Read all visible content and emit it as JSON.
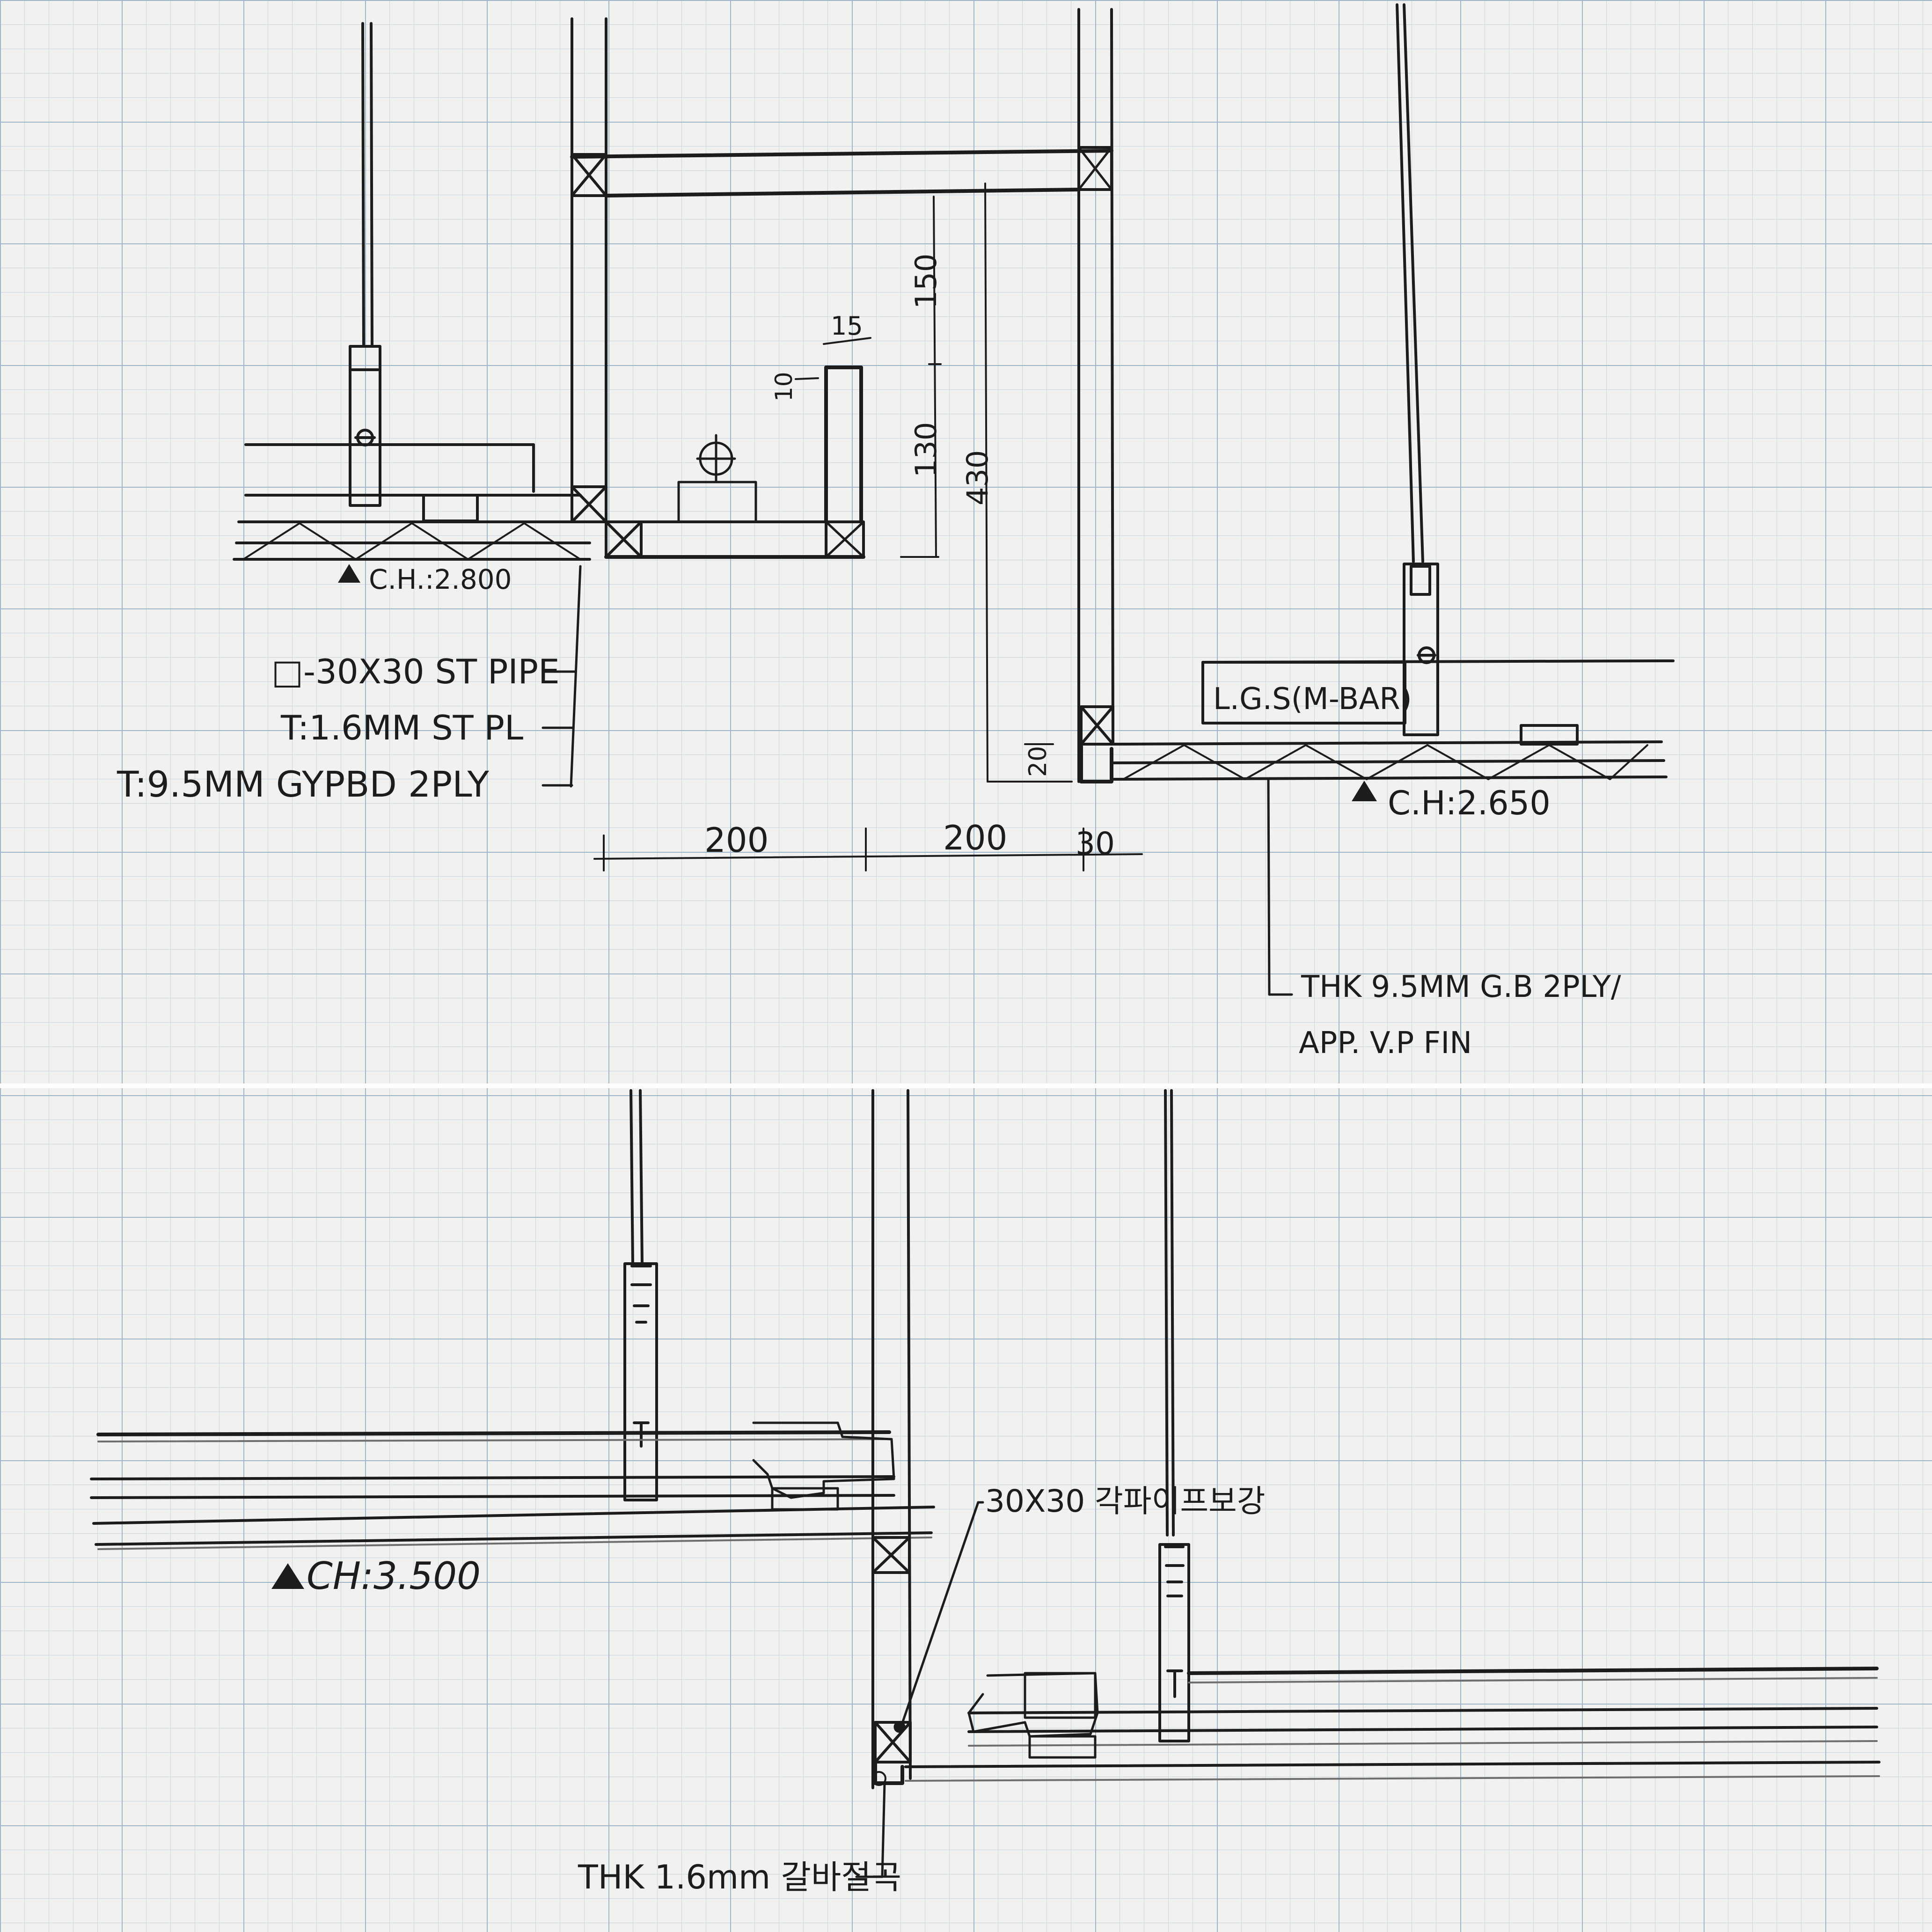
{
  "colors": {
    "paper": "#f1f2ef",
    "grid_minor": "#c9d6e0",
    "grid_major": "#9fb4c6",
    "ink": "#1c1c1c",
    "pencil": "#6e6e6e"
  },
  "top_sheet": {
    "dims": {
      "d15": "15",
      "d10": "10",
      "d150": "150",
      "d130": "130",
      "d430": "430",
      "d20": "20",
      "d200a": "200",
      "d200b": "200",
      "d30": "30"
    },
    "ceiling_left": "C.H.:2.800",
    "ceiling_right": "C.H:2.650",
    "callouts_left": [
      "□-30X30 ST PIPE",
      "T:1.6MM ST PL",
      "T:9.5MM GYPBD 2PLY"
    ],
    "lg_label": "L.G.S(M-BAR)",
    "finish_note": [
      "THK 9.5MM G.B 2PLY/",
      "APP. V.P FIN"
    ]
  },
  "bottom_sheet": {
    "ceiling": "CH:3.500",
    "callout_pipe": "30X30 각파이프보강",
    "callout_angle": "THK 1.6mm 갈바절곡"
  }
}
